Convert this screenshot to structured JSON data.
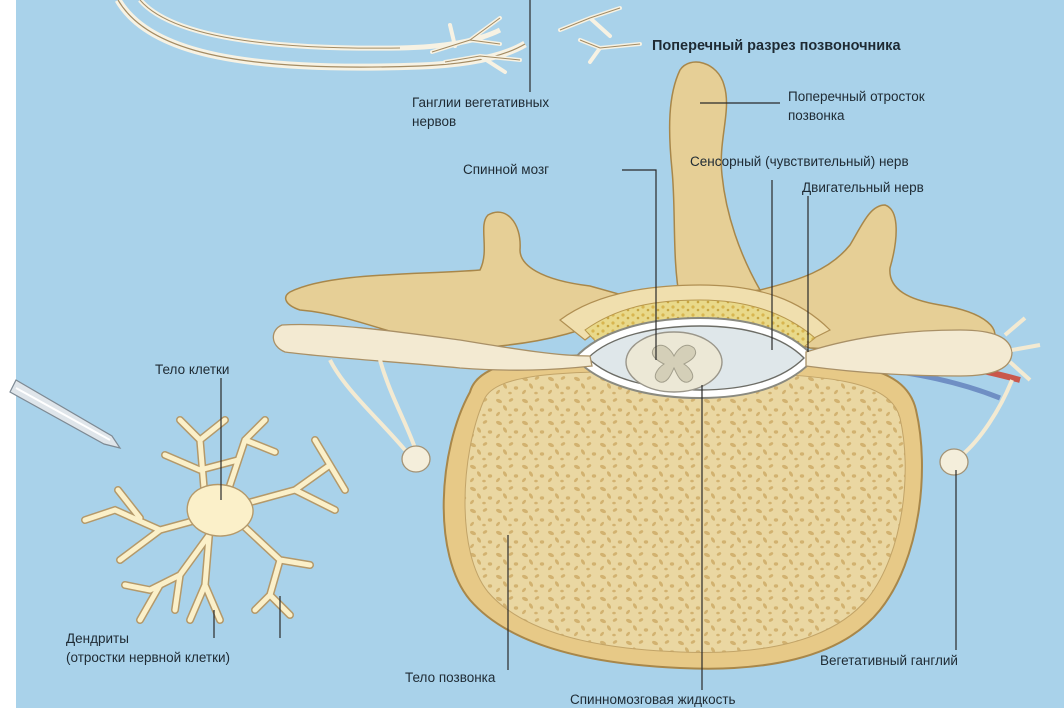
{
  "diagram": {
    "title": "Поперечный разрез позвоночника",
    "labels": {
      "ganglia_line1": "Ганглии вегетативных",
      "ganglia_line2": "нервов",
      "transverse_line1": "Поперечный отросток",
      "transverse_line2": "позвонка",
      "spinal_cord": "Спинной мозг",
      "sensory_nerve": "Сенсорный (чувствительный) нерв",
      "motor_nerve": "Двигательный нерв",
      "cell_body": "Тело клетки",
      "dendrites_line1": "Дендриты",
      "dendrites_line2": "(отростки нервной клетки)",
      "vertebra_body": "Тело позвонка",
      "autonomic_ganglion": "Вегетативный ганглий",
      "csf": "Спинномозговая жидкость"
    },
    "colors": {
      "background": "#a9d2ea",
      "bone": "#e6cf96",
      "bone_outline": "#a8874a",
      "nerve": "#f3ead2",
      "blood_vessel": "#c9574b",
      "vein": "#6f8fc4",
      "spinal_cord": "#ece8d6"
    }
  }
}
